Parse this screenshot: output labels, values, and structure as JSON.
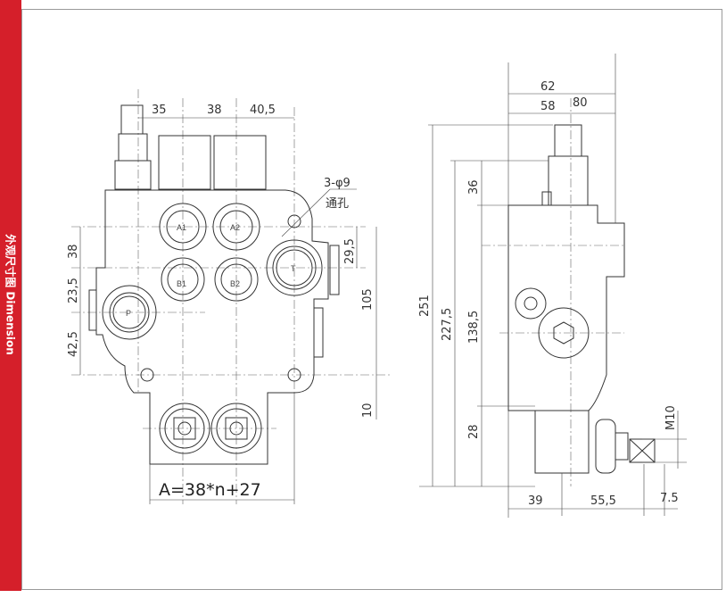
{
  "sidebar": {
    "label": "外观尺寸图 Dimension",
    "color": "#d51f2a"
  },
  "front_view": {
    "top_dims": [
      "35",
      "38",
      "40,5"
    ],
    "hole_note": "3-φ9",
    "hole_note2": "通孔",
    "left_dims": [
      "38",
      "23,5",
      "42,5"
    ],
    "right_dims": [
      "29,5",
      "105",
      "10"
    ],
    "formula": "A=38*n+27",
    "ports": [
      "A1",
      "A2",
      "B1",
      "B2",
      "T",
      "P"
    ]
  },
  "side_view": {
    "top_dims": [
      "62",
      "58",
      "80"
    ],
    "left_dims": [
      "251",
      "227,5",
      "138,5",
      "36",
      "28"
    ],
    "bottom_dims": [
      "39",
      "55,5",
      "7.5"
    ],
    "thread": "M10"
  }
}
